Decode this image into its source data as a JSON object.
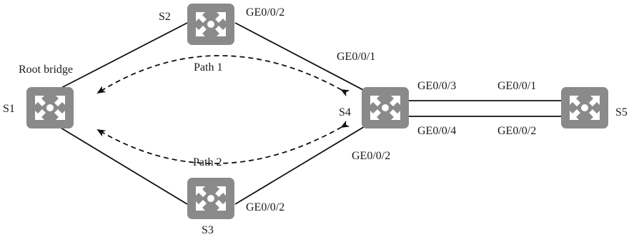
{
  "diagram": {
    "switches": {
      "s1": {
        "label": "S1"
      },
      "s2": {
        "label": "S2"
      },
      "s3": {
        "label": "S3"
      },
      "s4": {
        "label": "S4"
      },
      "s5": {
        "label": "S5"
      }
    },
    "annotations": {
      "root_bridge": "Root bridge",
      "path_1": "Path 1",
      "path_2": "Path 2"
    },
    "ports": {
      "s2_ge002": "GE0/0/2",
      "s4_ge001": "GE0/0/1",
      "s4_ge003": "GE0/0/3",
      "s4_ge004": "GE0/0/4",
      "s4_ge002": "GE0/0/2",
      "s5_ge001": "GE0/0/1",
      "s5_ge002": "GE0/0/2",
      "s3_ge002": "GE0/0/2"
    },
    "colors": {
      "switch_fill": "#8a8a8a",
      "line": "#111111"
    },
    "icons": {
      "switch": "switch-icon",
      "arrowhead": "arrowhead-icon"
    }
  }
}
